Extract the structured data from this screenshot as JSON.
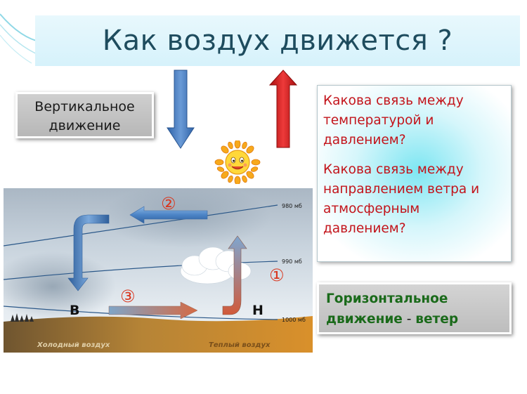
{
  "title": "Как воздух движется ?",
  "vertical_box": {
    "line1": "Вертикальное",
    "line2": "движение"
  },
  "questions": {
    "q1": [
      "Какова связь между",
      "температурой и",
      "давлением?"
    ],
    "q2": [
      "Какова связь между",
      "направлением ветра и",
      "атмосферным",
      "давлением?"
    ]
  },
  "horizontal_box": {
    "part1": "Горизонтальное",
    "part2": "движение",
    "dash": " - ",
    "part3": "ветер"
  },
  "diagram": {
    "isobars": [
      "980 мб",
      "990 мб",
      "1000 мб"
    ],
    "markers": [
      "②",
      "①",
      "③"
    ],
    "high_label": "В",
    "low_label": "Н",
    "cold_air": "Холодный воздух",
    "warm_air": "Теплый воздух"
  },
  "colors": {
    "title_text": "#1e4c5e",
    "question_text": "#c3141b",
    "horizontal_text": "#1a6a1a",
    "down_arrow": "#4a7fc0",
    "up_arrow": "#d61f1f",
    "marker": "#d9361e"
  },
  "icons": [
    "sun-icon",
    "cloud-icon",
    "down-arrow-icon",
    "up-arrow-icon",
    "tree-icon"
  ]
}
